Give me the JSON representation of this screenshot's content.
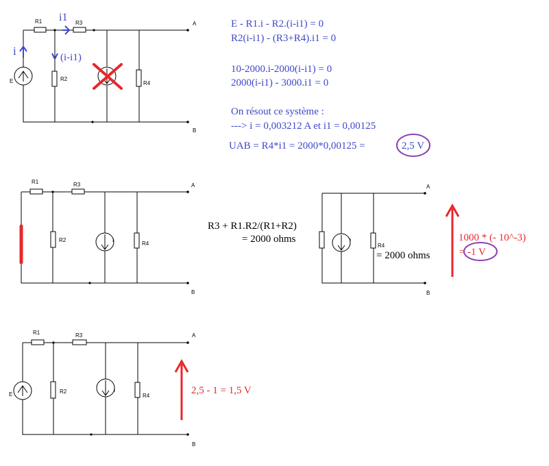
{
  "labels": {
    "r1": "R1",
    "r2": "R2",
    "r3": "R3",
    "r4": "R4",
    "e": "E",
    "source_i": "I",
    "a": "A",
    "b": "B"
  },
  "circuit1": {
    "current_i": "i",
    "current_i1": "i1",
    "current_i_minus_i1": "(i-i1)"
  },
  "equations": [
    "E - R1.i - R2.(i-i1) = 0",
    "R2(i-i1) - (R3+R4).i1 = 0",
    "10-2000.i-2000(i-i1) = 0",
    "2000(i-i1) - 3000.i1 = 0",
    "On résout ce système :",
    "---> i = 0,003212 A  et  i1 = 0,00125",
    "UAB = R4*i1 = 2000*0,00125 = ",
    "2,5 V"
  ],
  "circuit2": {
    "equivalent_line1": "R3 + R1.R2/(R1+R2)",
    "equivalent_line2": "= 2000 ohms",
    "r_equiv": "= 2000 ohms",
    "calc_line1": "1000 * (- 10^-3)",
    "calc_eq": "=",
    "calc_result": "-1 V"
  },
  "circuit3": {
    "result": "2,5 - 1 = 1,5 V"
  },
  "colors": {
    "blue_text": "#3d47c9",
    "red_annotation": "#e8262b",
    "purple_circle": "#8a3fb5"
  }
}
